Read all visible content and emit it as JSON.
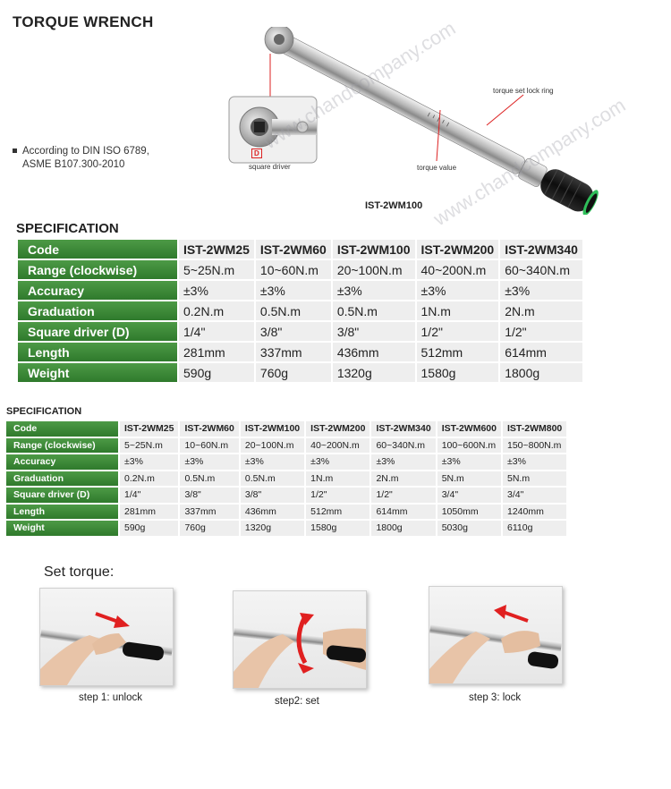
{
  "header": {
    "title": "TORQUE WRENCH",
    "standard_line1": "According to DIN ISO 6789,",
    "standard_line2": "ASME B107.300-2010"
  },
  "product": {
    "model_label": "IST-2WM100",
    "callout_lock_ring": "torque set lock ring",
    "callout_square_driver": "square driver",
    "callout_torque_value": "torque value",
    "callout_d": "D",
    "watermark_1": "www.chandcompany.com",
    "watermark_2": "www.chandcompany.com"
  },
  "spec_table_1": {
    "title": "SPECIFICATION",
    "rows": [
      {
        "label": "Code",
        "values": [
          "IST-2WM25",
          "IST-2WM60",
          "IST-2WM100",
          "IST-2WM200",
          "IST-2WM340"
        ]
      },
      {
        "label": "Range (clockwise)",
        "values": [
          "5~25N.m",
          "10~60N.m",
          "20~100N.m",
          "40~200N.m",
          "60~340N.m"
        ]
      },
      {
        "label": "Accuracy",
        "values": [
          "±3%",
          "±3%",
          "±3%",
          "±3%",
          "±3%"
        ]
      },
      {
        "label": "Graduation",
        "values": [
          "0.2N.m",
          "0.5N.m",
          "0.5N.m",
          "1N.m",
          "2N.m"
        ]
      },
      {
        "label": "Square driver (D)",
        "values": [
          "1/4\"",
          "3/8\"",
          "3/8\"",
          "1/2\"",
          "1/2\""
        ]
      },
      {
        "label": "Length",
        "values": [
          "281mm",
          "337mm",
          "436mm",
          "512mm",
          "614mm"
        ]
      },
      {
        "label": "Weight",
        "values": [
          "590g",
          "760g",
          "1320g",
          "1580g",
          "1800g"
        ]
      }
    ]
  },
  "spec_table_2": {
    "title": "SPECIFICATION",
    "rows": [
      {
        "label": "Code",
        "values": [
          "IST-2WM25",
          "IST-2WM60",
          "IST-2WM100",
          "IST-2WM200",
          "IST-2WM340",
          "IST-2WM600",
          "IST-2WM800"
        ]
      },
      {
        "label": "Range (clockwise)",
        "values": [
          "5~25N.m",
          "10~60N.m",
          "20~100N.m",
          "40~200N.m",
          "60~340N.m",
          "100~600N.m",
          "150~800N.m"
        ]
      },
      {
        "label": "Accuracy",
        "values": [
          "±3%",
          "±3%",
          "±3%",
          "±3%",
          "±3%",
          "±3%",
          "±3%"
        ]
      },
      {
        "label": "Graduation",
        "values": [
          "0.2N.m",
          "0.5N.m",
          "0.5N.m",
          "1N.m",
          "2N.m",
          "5N.m",
          "5N.m"
        ]
      },
      {
        "label": "Square driver (D)",
        "values": [
          "1/4\"",
          "3/8\"",
          "3/8\"",
          "1/2\"",
          "1/2\"",
          "3/4\"",
          "3/4\""
        ]
      },
      {
        "label": "Length",
        "values": [
          "281mm",
          "337mm",
          "436mm",
          "512mm",
          "614mm",
          "1050mm",
          "1240mm"
        ]
      },
      {
        "label": "Weight",
        "values": [
          "590g",
          "760g",
          "1320g",
          "1580g",
          "1800g",
          "5030g",
          "6110g"
        ]
      }
    ]
  },
  "set_torque": {
    "title": "Set torque:",
    "steps": [
      {
        "caption": "step 1:  unlock",
        "arrow": "right"
      },
      {
        "caption": "step2:  set",
        "arrow": "rotate"
      },
      {
        "caption": "step 3:  lock",
        "arrow": "left"
      }
    ]
  },
  "colors": {
    "header_green": "#3a8a35",
    "cell_grey": "#eeeeee",
    "arrow_red": "#e02020",
    "grip_black": "#1a1a1a",
    "grip_ring_green": "#2fbf5a"
  }
}
